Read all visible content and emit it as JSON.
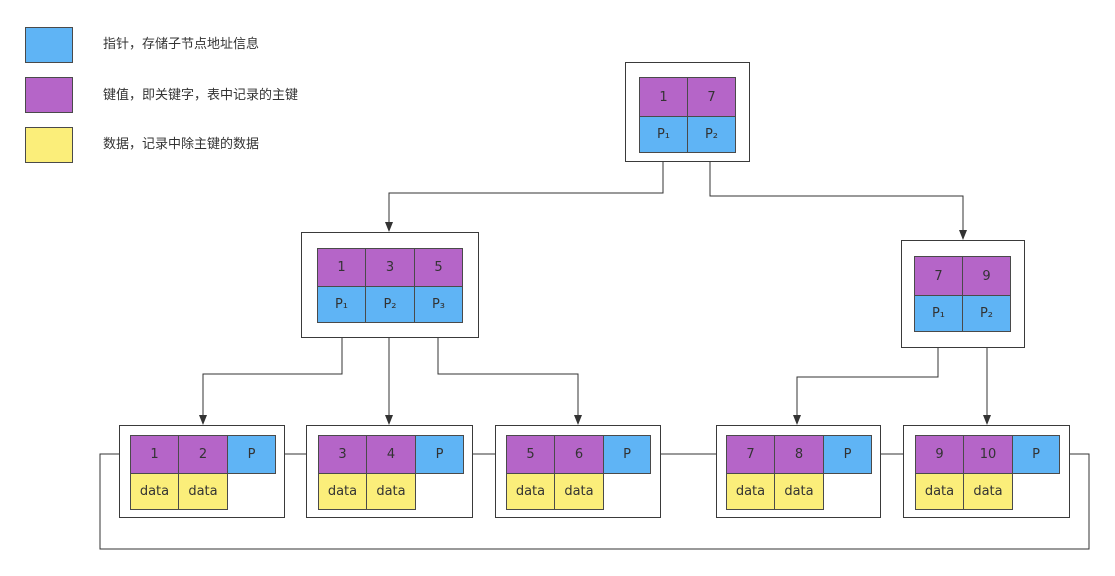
{
  "legend": {
    "pointer": {
      "label": "指针，存储子节点地址信息",
      "color": "#5fb4f5"
    },
    "key": {
      "label": "键值，即关键字，表中记录的主键",
      "color": "#b565c8"
    },
    "data": {
      "label": "数据，记录中除主键的数据",
      "color": "#fbee7a"
    }
  },
  "tree": {
    "root": {
      "keys": [
        "1",
        "7"
      ],
      "pointers": [
        "P₁",
        "P₂"
      ]
    },
    "internal_left": {
      "keys": [
        "1",
        "3",
        "5"
      ],
      "pointers": [
        "P₁",
        "P₂",
        "P₃"
      ]
    },
    "internal_right": {
      "keys": [
        "7",
        "9"
      ],
      "pointers": [
        "P₁",
        "P₂"
      ]
    },
    "leaves": [
      {
        "keys": [
          "1",
          "2"
        ],
        "data": [
          "data",
          "data"
        ],
        "pointer": "P"
      },
      {
        "keys": [
          "3",
          "4"
        ],
        "data": [
          "data",
          "data"
        ],
        "pointer": "P"
      },
      {
        "keys": [
          "5",
          "6"
        ],
        "data": [
          "data",
          "data"
        ],
        "pointer": "P"
      },
      {
        "keys": [
          "7",
          "8"
        ],
        "data": [
          "data",
          "data"
        ],
        "pointer": "P"
      },
      {
        "keys": [
          "9",
          "10"
        ],
        "data": [
          "data",
          "data"
        ],
        "pointer": "P"
      }
    ]
  }
}
